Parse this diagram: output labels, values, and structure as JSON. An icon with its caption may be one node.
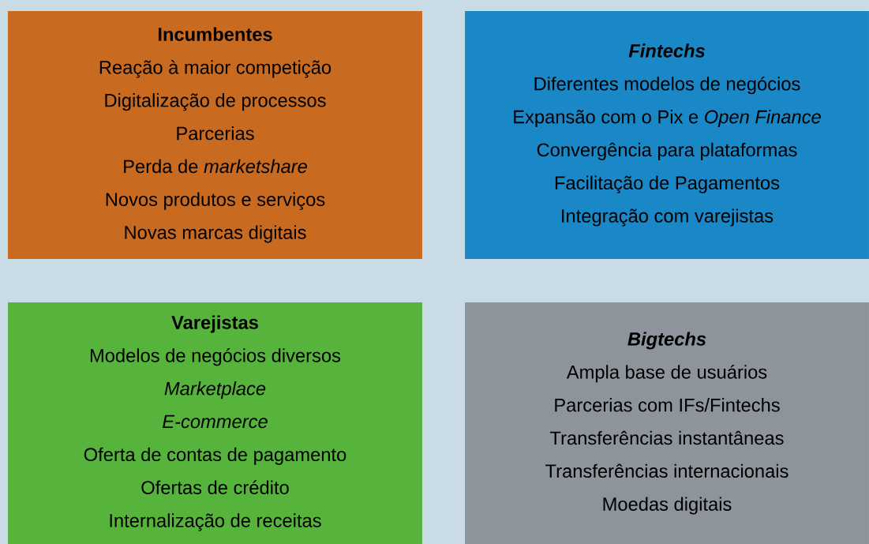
{
  "diagram": {
    "nodes": [
      {
        "text": [
          "Incumbentes",
          "Reação à maior competição",
          "Digitalização de processos",
          "Parcerias",
          "Perda de *marketshare*",
          "Novos produtos e serviços",
          "Novas marcas digitais"
        ]
      },
      {
        "text": [
          "*Fintechs*",
          "Diferentes modelos de negócios",
          "Expansão com o Pix e *Open Finance*",
          "Convergência para plataformas",
          "Facilitação de Pagamentos",
          "Integração com varejistas"
        ]
      },
      {
        "text": [
          "Varejistas",
          "Modelos de negócios diversos",
          "*Marketplace*",
          "*E-commerce*",
          "Oferta de contas de pagamento",
          "Ofertas de crédito",
          "Internalização de receitas"
        ]
      },
      {
        "text": [
          "*Bigtechs*",
          "Ampla base de usuários",
          "Parcerias com IFs/Fintechs",
          "Transferências instantâneas",
          "Transferências internacionais",
          "Moedas digitais"
        ]
      }
    ]
  }
}
